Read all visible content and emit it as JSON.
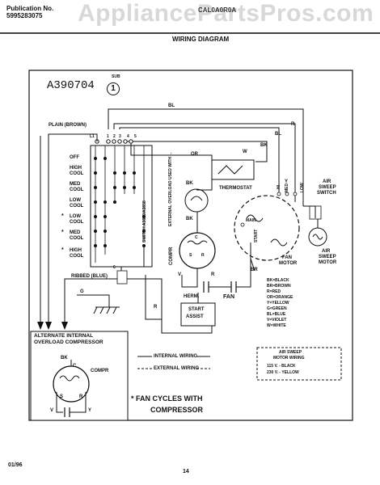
{
  "header": {
    "publication_label": "Publication No.",
    "publication_no": "5995283075",
    "model": "CAL0A0R0A",
    "watermark": "AppliancePartsPros.com",
    "title": "WIRING DIAGRAM"
  },
  "diagram": {
    "code": "A390704",
    "sub_label": "SUB",
    "sub_number": "1",
    "wires": {
      "bl": "BL",
      "r": "R",
      "bk": "BK",
      "w": "W",
      "or": "OR",
      "y": "Y",
      "v": "V",
      "g": "G",
      "br": "BR",
      "s": "S"
    },
    "plain_label": "PLAIN (BROWN)",
    "ribbed_label": "RIBBED (BLUE)",
    "switch_terminals": [
      "L1",
      "1",
      "2",
      "3",
      "4",
      "5",
      "6"
    ],
    "switch_positions": [
      {
        "mark": "",
        "line1": "OFF",
        "line2": ""
      },
      {
        "mark": "",
        "line1": "HIGH",
        "line2": "COOL"
      },
      {
        "mark": "",
        "line1": "MED",
        "line2": "COOL"
      },
      {
        "mark": "",
        "line1": "LOW",
        "line2": "COOL"
      },
      {
        "mark": "*",
        "line1": "LOW",
        "line2": "COOL"
      },
      {
        "mark": "*",
        "line1": "MED",
        "line2": "COOL"
      },
      {
        "mark": "*",
        "line1": "HIGH",
        "line2": "COOL"
      }
    ],
    "switch_label": "SWITCH A3856/A3858",
    "overload_label": "EXTERNAL OVERLOAD USED WITH ...",
    "thermostat_label": "THERMOSTAT",
    "compr_label": "COMPR",
    "compr_terminals": {
      "c": "C",
      "s": "S",
      "r": "R"
    },
    "herm_label": "HERM.",
    "fan_label": "FAN",
    "start_assist": [
      "START",
      "ASSIST"
    ],
    "fan_motor_label": [
      "FAN",
      "MOTOR"
    ],
    "fan_motor_terms": {
      "main": "MAIN",
      "start": "START",
      "hi": "HI",
      "med": "MED",
      "low": "LOW"
    },
    "air_sweep_switch": [
      "AIR",
      "SWEEP",
      "SWITCH"
    ],
    "air_sweep_motor": [
      "AIR",
      "SWEEP",
      "MOTOR"
    ],
    "color_legend": [
      "BK=BLACK",
      "BR=BROWN",
      "R=RED",
      "OR=ORANGE",
      "Y=YELLOW",
      "G=GREEN",
      "BL=BLUE",
      "V=VIOLET",
      "W=WHITE"
    ],
    "alternate_title": [
      "ALTERNATE  INTERNAL",
      "OVERLOAD COMPRESSOR"
    ],
    "alt_labels": {
      "bk": "BK",
      "c": "C",
      "compr": "COMPR",
      "r": "R",
      "s": "S",
      "v": "V",
      "y": "Y"
    },
    "wiring_legend": {
      "internal": "INTERNAL WIRING",
      "external": "EXTERNAL WIRING"
    },
    "fan_note": [
      "* FAN CYCLES WITH",
      "COMPRESSOR"
    ],
    "air_sweep_box": {
      "title1": "AIR SWEEP",
      "title2": "MOTOR WIRING",
      "row1": "115 V. - BLACK",
      "row2": "230 V. - YELLOW"
    }
  },
  "footer": {
    "date": "01/96",
    "page": "14"
  }
}
